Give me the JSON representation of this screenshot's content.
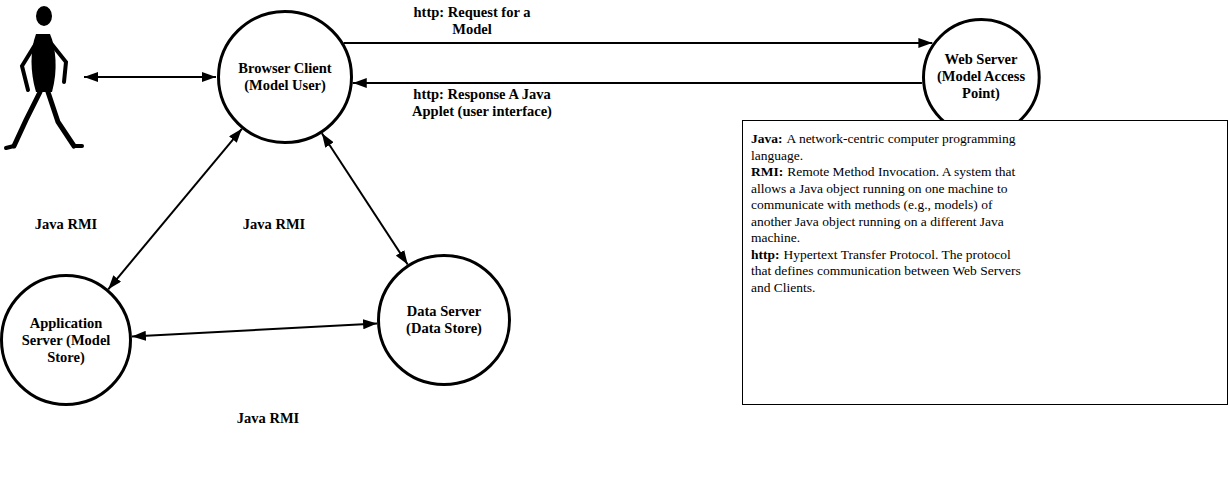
{
  "diagram": {
    "nodes": [
      {
        "text": [
          "Browser Client (Model User)"
        ]
      },
      {
        "text": [
          "Web Server (Model Access Point)"
        ]
      },
      {
        "text": [
          "Java:",
          "A network-centric computer programming language.",
          "RMI:",
          "Remote Method Invocation. A system that allows a Java object running on one machine to communicate with methods (e.g., models) of another Java object running on a different Java machine.",
          "http:",
          "Hypertext Transfer Protocol. The protocol that defines communication between Web Servers and Clients."
        ]
      },
      {
        "text": [
          "Application Server (Model Store)"
        ]
      },
      {
        "text": [
          "Data Server (Data Store)"
        ]
      }
    ],
    "edges": [
      {
        "from": 0,
        "to": 1,
        "label": "http: Request for a Model",
        "arrow": "to"
      },
      {
        "from": 1,
        "to": 0,
        "label": "http: Response A Java Applet (user interface)",
        "arrow": "to"
      },
      {
        "from": 0,
        "to": 3,
        "label": "Java RMI",
        "arrow": "both"
      },
      {
        "from": 0,
        "to": 4,
        "label": "Java RMI",
        "arrow": "both"
      },
      {
        "from": 3,
        "to": 4,
        "label": "Java RMI",
        "arrow": "both"
      }
    ]
  }
}
